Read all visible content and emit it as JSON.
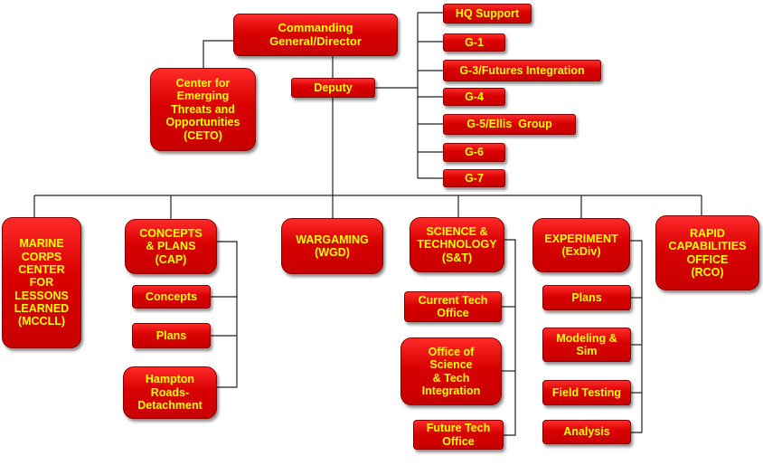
{
  "top": {
    "commanding": "Commanding\nGeneral/Director",
    "deputy": "Deputy",
    "ceto": "Center for\nEmerging\nThreats and\nOpportunities\n(CETO)"
  },
  "staff": [
    "HQ Support",
    "G-1",
    "G-3/Futures Integration",
    "G-4",
    "G-5/Ellis  Group",
    "G-6",
    "G-7"
  ],
  "divisions": {
    "mccll": "MARINE\nCORPS\nCENTER\nFOR\nLESSONS\nLEARNED\n(MCCLL)",
    "cap": "CONCEPTS\n& PLANS\n(CAP)",
    "wgd": "WARGAMING\n(WGD)",
    "st": "SCIENCE &\nTECHNOLOGY\n(S&T)",
    "exdiv": "EXPERIMENT\n(ExDiv)",
    "rco": "RAPID\nCAPABILITIES\nOFFICE\n(RCO)"
  },
  "cap_sub": [
    "Concepts",
    "Plans",
    "Hampton\nRoads-\nDetachment"
  ],
  "st_sub": [
    "Current Tech\nOffice",
    "Office of\nScience\n& Tech\nIntegration",
    "Future Tech\nOffice"
  ],
  "exdiv_sub": [
    "Plans",
    "Modeling &\nSim",
    "Field Testing",
    "Analysis"
  ],
  "colors": {
    "box": "#e00000",
    "text": "#ffff00",
    "line": "#222222"
  }
}
